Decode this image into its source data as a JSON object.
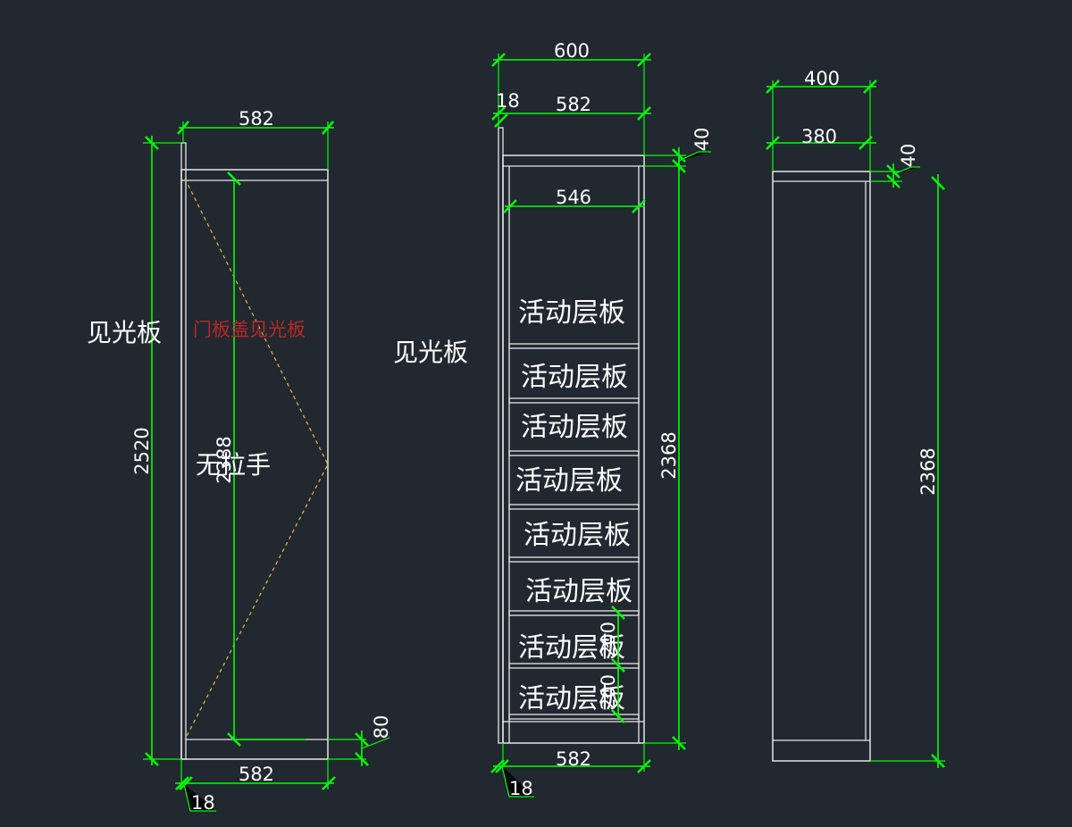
{
  "colors": {
    "background": "#212830",
    "outline": "#e6e6e6",
    "dimension": "#00ff00",
    "door_swing": "#d8b23a",
    "red_note": "#b82828"
  },
  "labels": {
    "visible_panel_left": "见光板",
    "visible_panel_middle": "见光板",
    "door_covers_panel": "门板盖见光板",
    "no_handle": "无拉手",
    "shelf": "活动层板"
  },
  "dimensions": {
    "left": {
      "top_width": "582",
      "bottom_width": "582",
      "height": "2520",
      "door_height": "2388",
      "plinth": "80",
      "panel_thickness": "18"
    },
    "middle": {
      "outer_width": "600",
      "panel_thickness_top": "18",
      "inner_width": "582",
      "shelf_width": "546",
      "top_panel": "40",
      "height": "2368",
      "bottom_width": "582",
      "panel_thickness_bottom": "18",
      "shelf_gap_1": "200",
      "shelf_gap_2": "200"
    },
    "right": {
      "outer_depth": "400",
      "inner_depth": "380",
      "top_panel": "40",
      "height": "2368"
    }
  }
}
